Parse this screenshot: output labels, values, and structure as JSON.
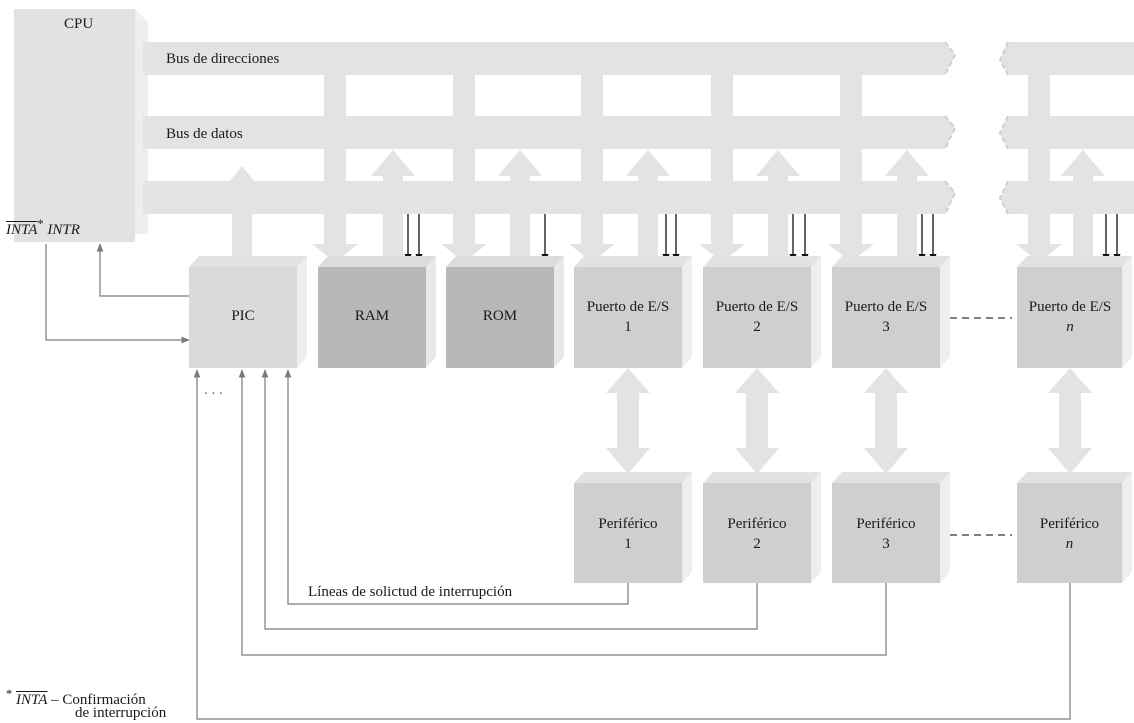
{
  "cpu": {
    "label": "CPU",
    "inta": "INTA",
    "inta_star": "*",
    "intr": "INTR"
  },
  "buses": {
    "address": "Bus de direcciones",
    "data": "Bus de datos"
  },
  "pic": {
    "label": "PIC"
  },
  "ram": {
    "label": "RAM"
  },
  "rom": {
    "label": "ROM"
  },
  "ports": [
    {
      "line1": "Puerto de E/S",
      "line2": "1"
    },
    {
      "line1": "Puerto de E/S",
      "line2": "2"
    },
    {
      "line1": "Puerto de E/S",
      "line2": "3"
    },
    {
      "line1": "Puerto de E/S",
      "line2": "n"
    }
  ],
  "peripherals": [
    {
      "line1": "Periférico",
      "line2": "1"
    },
    {
      "line1": "Periférico",
      "line2": "2"
    },
    {
      "line1": "Periférico",
      "line2": "3"
    },
    {
      "line1": "Periférico",
      "line2": "n"
    }
  ],
  "pic_input_dots": ". . .",
  "interrupt_lines_label": "Líneas de solictud de interrupción",
  "footnote": {
    "star": "*",
    "term": "INTA",
    "dash": "–",
    "line1": "Confirmación",
    "line2": "de interrupción"
  },
  "colors": {
    "bus": "#e3e3e3",
    "box_front": "#cfcfcf",
    "box_dark": "#b6b6b6",
    "box_top": "#e2e2e2",
    "box_side": "#eeeeee",
    "wire": "#7a7a7a"
  }
}
